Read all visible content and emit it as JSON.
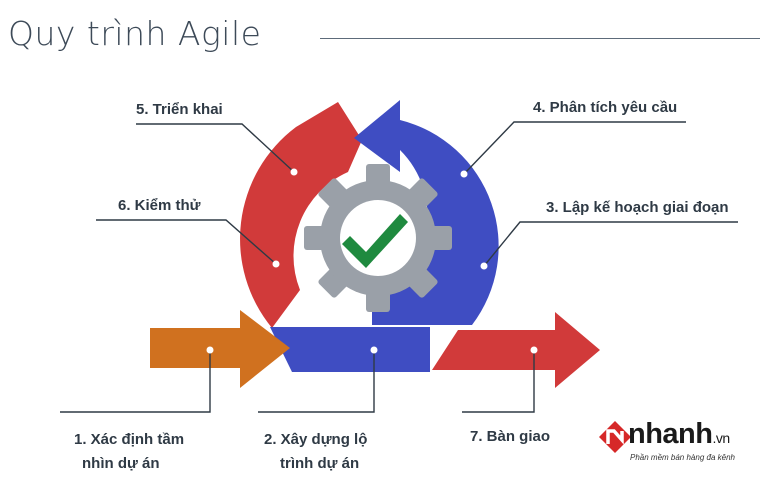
{
  "title": "Quy trình Agile",
  "steps": {
    "s1_line1": "1. Xác định tầm",
    "s1_line2": "nhìn dự án",
    "s2_line1": "2. Xây dựng lộ",
    "s2_line2": "trình dự án",
    "s3": "3. Lập kế hoạch giai đoạn",
    "s4": "4. Phân tích yêu cầu",
    "s5": "5. Triển khai",
    "s6": "6. Kiểm thử",
    "s7": "7. Bàn giao"
  },
  "logo": {
    "brand": "nhanh",
    "tld": ".vn",
    "tagline": "Phần mềm bán hàng đa kênh"
  },
  "colors": {
    "orange": "#d0711f",
    "red": "#d13a3a",
    "blue": "#3f4dc2",
    "gear": "#9aa0a8",
    "check": "#1f8a3f",
    "text": "#2f3a45"
  },
  "icons": [
    "gear-icon",
    "check-icon",
    "logo-mark-icon"
  ]
}
